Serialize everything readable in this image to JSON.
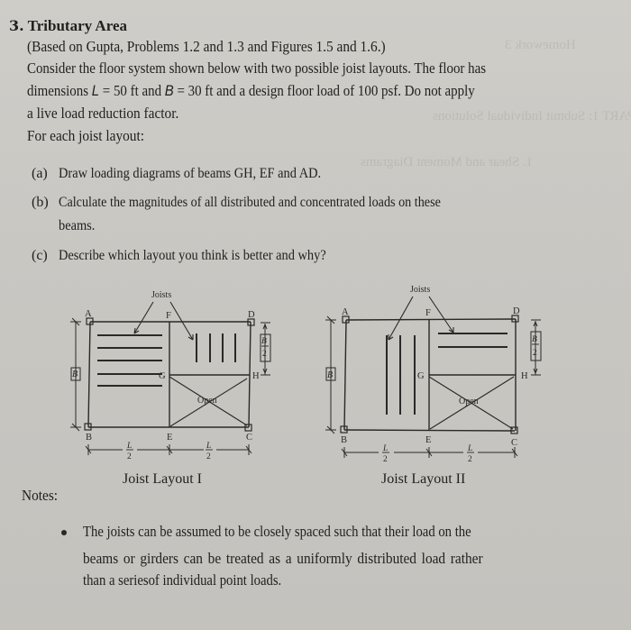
{
  "problem": {
    "number": "3.",
    "title": "Tributary Area",
    "source_line": "(Based on Gupta, Problems 1.2 and 1.3 and Figures 1.5 and 1.6.)",
    "intro_line_1": "Consider the floor system shown below with two possible joist layouts. The floor has",
    "intro_line_2_pre": "dimensions ",
    "intro_line_2_L": "L",
    "intro_line_2_mid1": " = 50 ft and ",
    "intro_line_2_B": "B",
    "intro_line_2_mid2": " = 30 ft and a design floor load of 100 psf. Do not apply",
    "intro_line_3": "a live load reduction factor.",
    "for_each": "For each joist layout:"
  },
  "parts": [
    {
      "label": "(a)",
      "line1": "Draw loading diagrams of beams GH, EF and AD.",
      "line2": ""
    },
    {
      "label": "(b)",
      "line1": "Calculate the magnitudes of all distributed and concentrated loads on these",
      "line2": "beams."
    },
    {
      "label": "(c)",
      "line1": "Describe which layout you think is better and why?",
      "line2": ""
    }
  ],
  "figures": {
    "layout1": {
      "caption": "Joist Layout I",
      "joists_label": "Joists",
      "open_label": "Open",
      "points": {
        "A": "A",
        "B": "B",
        "C": "C",
        "D": "D",
        "E": "E",
        "F": "F",
        "G": "G",
        "H": "H"
      },
      "dim_B": "B",
      "dim_L_num": "L",
      "dim_den": "2",
      "dim_B_half_num": "B",
      "left_joists": "horizontal",
      "right_joists": "vertical"
    },
    "layout2": {
      "caption": "Joist Layout II",
      "joists_label": "Joists",
      "open_label": "Open",
      "points": {
        "A": "A",
        "B": "B",
        "C": "C",
        "D": "D",
        "E": "E",
        "F": "F",
        "G": "G",
        "H": "H"
      },
      "dim_B": "B",
      "dim_L_num": "L",
      "dim_den": "2",
      "dim_B_half_num": "B",
      "left_joists": "vertical",
      "right_joists": "horizontal"
    }
  },
  "notes": {
    "label": "Notes:",
    "items": [
      {
        "line1": "The joists can be assumed to be closely spaced such that their load on the",
        "line2": "beams or girders can be treated as a uniformly distributed load rather",
        "line3": "than a seriesof individual point loads."
      }
    ]
  }
}
